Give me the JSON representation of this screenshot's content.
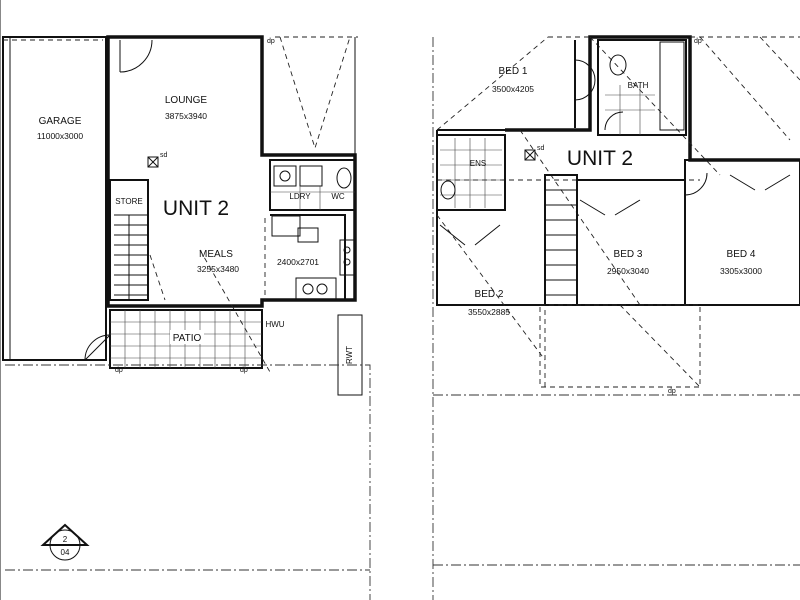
{
  "ground_floor": {
    "garage": {
      "name": "GARAGE",
      "dim": "11000x3000"
    },
    "lounge": {
      "name": "LOUNGE",
      "dim": "3875x3940"
    },
    "unit": "UNIT 2",
    "store": "STORE",
    "meals": {
      "name": "MEALS",
      "dim": "3255x3480"
    },
    "kitchen_dim": "2400x2701",
    "ldry": "LDRY",
    "wc": "WC",
    "patio": "PATIO",
    "hwu": "HWU",
    "rwt": "RWT",
    "sd": "sd",
    "dp": "dp",
    "section_marker": {
      "top": "2",
      "bottom": "04"
    }
  },
  "first_floor": {
    "unit": "UNIT 2",
    "bed1": {
      "name": "BED 1",
      "dim": "3500x4205"
    },
    "bath": "BATH",
    "ens": "ENS",
    "bed2": {
      "name": "BED 2",
      "dim": "3550x2885"
    },
    "bed3": {
      "name": "BED 3",
      "dim": "2950x3040"
    },
    "bed4": {
      "name": "BED 4",
      "dim": "3305x3000"
    },
    "sd": "sd",
    "dp": "dp"
  }
}
